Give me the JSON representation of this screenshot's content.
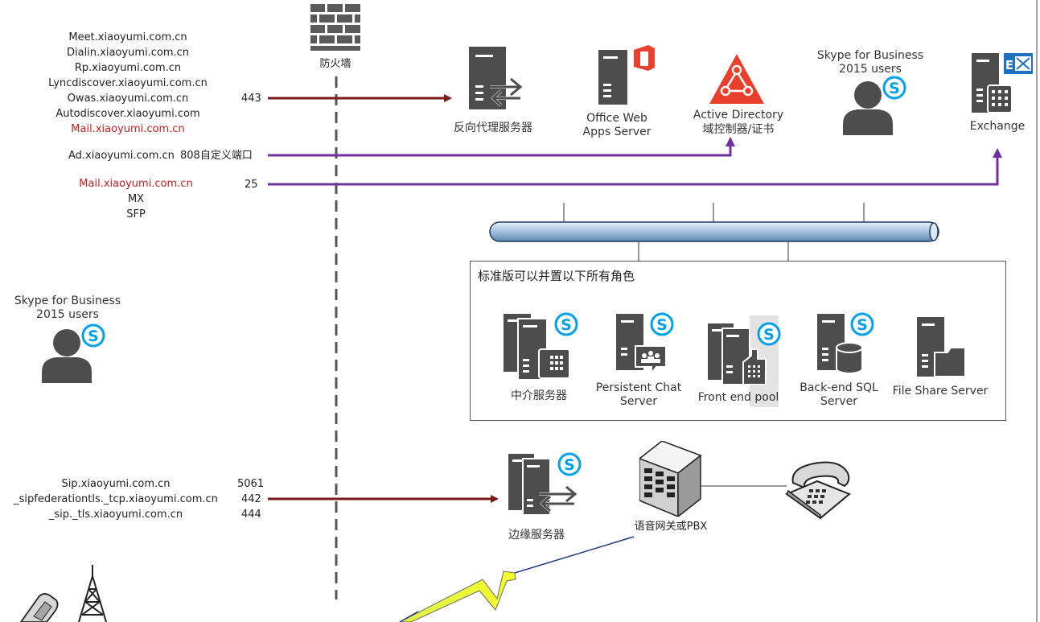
{
  "firewall": {
    "label": "防火墙"
  },
  "top_dns": {
    "names": [
      "Meet.xiaoyumi.com.cn",
      "Dialin.xiaoyumi.com.cn",
      "Rp.xiaoyumi.com.cn",
      "Lyncdiscover.xiaoyumi.com.cn",
      "Owas.xiaoyumi.com.cn",
      "Autodiscover.xiaoyumi.com",
      "Mail.xiaoyumi.com.cn"
    ],
    "port": "443"
  },
  "ad_row": {
    "name": "Ad.xiaoyumi.com.cn",
    "port": "808自定义端口"
  },
  "mail_row": {
    "name": "Mail.xiaoyumi.com.cn",
    "port": "25",
    "records": [
      "MX",
      "SFP"
    ]
  },
  "sip_rows": [
    {
      "name": "Sip.xiaoyumi.com.cn",
      "port": "5061"
    },
    {
      "name": "_sipfederationtls._tcp.xiaoyumi.com.cn",
      "port": "442"
    },
    {
      "name": "_sip._tls.xiaoyumi.com.cn",
      "port": "444"
    }
  ],
  "servers": {
    "reverse_proxy": "反向代理服务器",
    "office_web_apps": [
      "Office Web",
      "Apps Server"
    ],
    "active_directory": [
      "Active Directory",
      "域控制器/证书"
    ],
    "exchange": "Exchange",
    "edge": "边缘服务器",
    "voice_gateway": "语音网关或PBX"
  },
  "users_top": [
    "Skype for Business",
    "2015 users"
  ],
  "users_left": [
    "Skype for Business",
    "2015 users"
  ],
  "roles": {
    "title": "标准版可以并置以下所有角色",
    "items": [
      [
        "中介服务器"
      ],
      [
        "Persistent Chat",
        "Server"
      ],
      [
        "Front end pool"
      ],
      [
        "Back-end SQL",
        "Server"
      ],
      [
        "File Share Server"
      ]
    ]
  },
  "colors": {
    "red_arrow": "#7b1a1a",
    "purple_arrow": "#7030a0",
    "icon_gray": "#4d4d4d",
    "skype_blue": "#00a2ed",
    "ad_red": "#e8402c",
    "office_red": "#e8402c",
    "exchange_blue": "#1e70bf"
  }
}
